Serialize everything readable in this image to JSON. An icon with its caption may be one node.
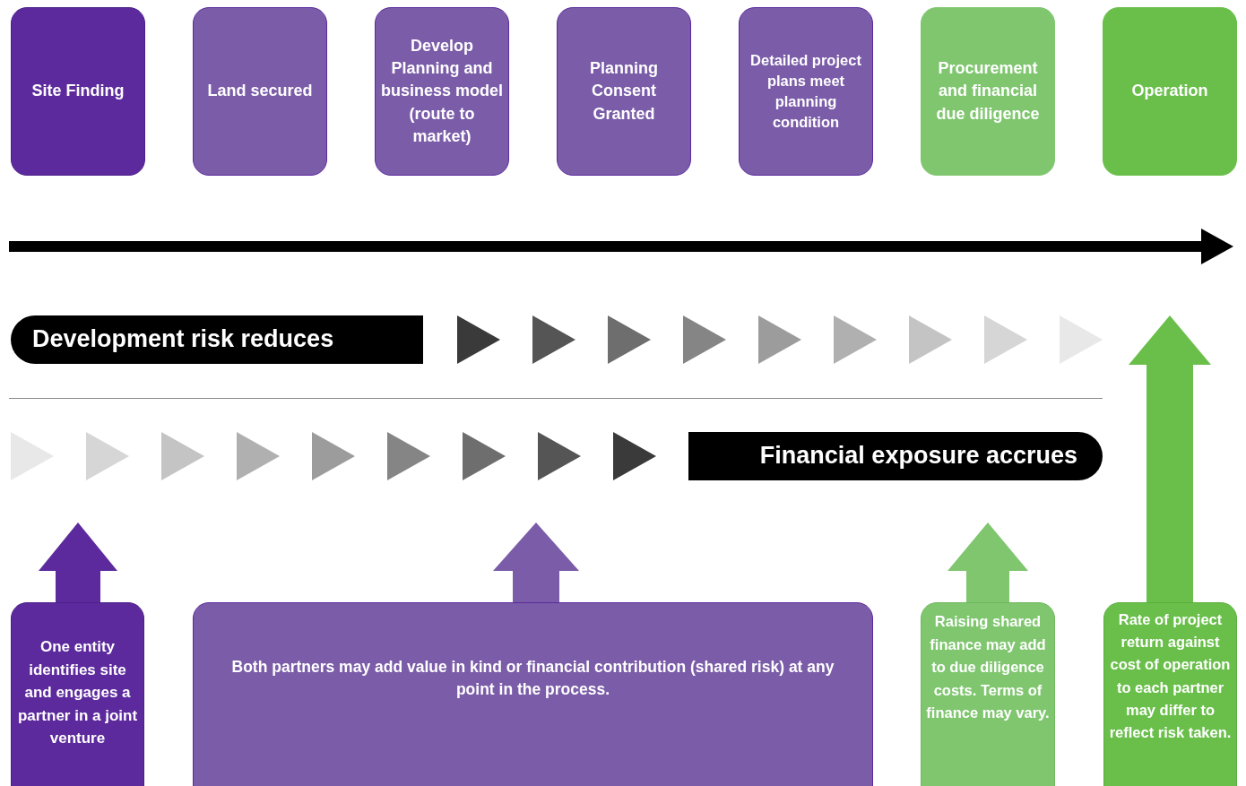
{
  "diagram": {
    "nodes": [
      {
        "text": [
          "Site Finding"
        ]
      },
      {
        "text": [
          "Land secured"
        ]
      },
      {
        "text": [
          "Develop Planning and business model (route to market)"
        ]
      },
      {
        "text": [
          "Planning Consent Granted"
        ]
      },
      {
        "text": [
          "Detailed project plans meet planning condition"
        ]
      },
      {
        "text": [
          "Procurement and financial due diligence"
        ]
      },
      {
        "text": [
          "Operation"
        ]
      },
      {
        "text": [
          "Development risk reduces"
        ]
      },
      {
        "text": [
          "Financial exposure accrues"
        ]
      },
      {
        "text": [
          "One entity identifies site and engages a partner in a joint venture"
        ]
      },
      {
        "text": [
          "Both partners may add value in kind or financial contribution (shared risk) at any point in the process."
        ]
      },
      {
        "text": [
          "Raising shared finance may add to due diligence costs. Terms of finance may vary."
        ]
      },
      {
        "text": [
          "Rate of project return against cost of operation to each partner may differ to reflect risk taken."
        ]
      }
    ],
    "edges": [
      {
        "from": 9,
        "to": null,
        "arrow": "to",
        "color": "#5c2a9d"
      },
      {
        "from": 10,
        "to": null,
        "arrow": "to",
        "color": "#7a5ca8"
      },
      {
        "from": 11,
        "to": null,
        "arrow": "to",
        "color": "#7fc66f"
      },
      {
        "from": 12,
        "to": null,
        "arrow": "to",
        "color": "#6abf4b"
      }
    ]
  }
}
